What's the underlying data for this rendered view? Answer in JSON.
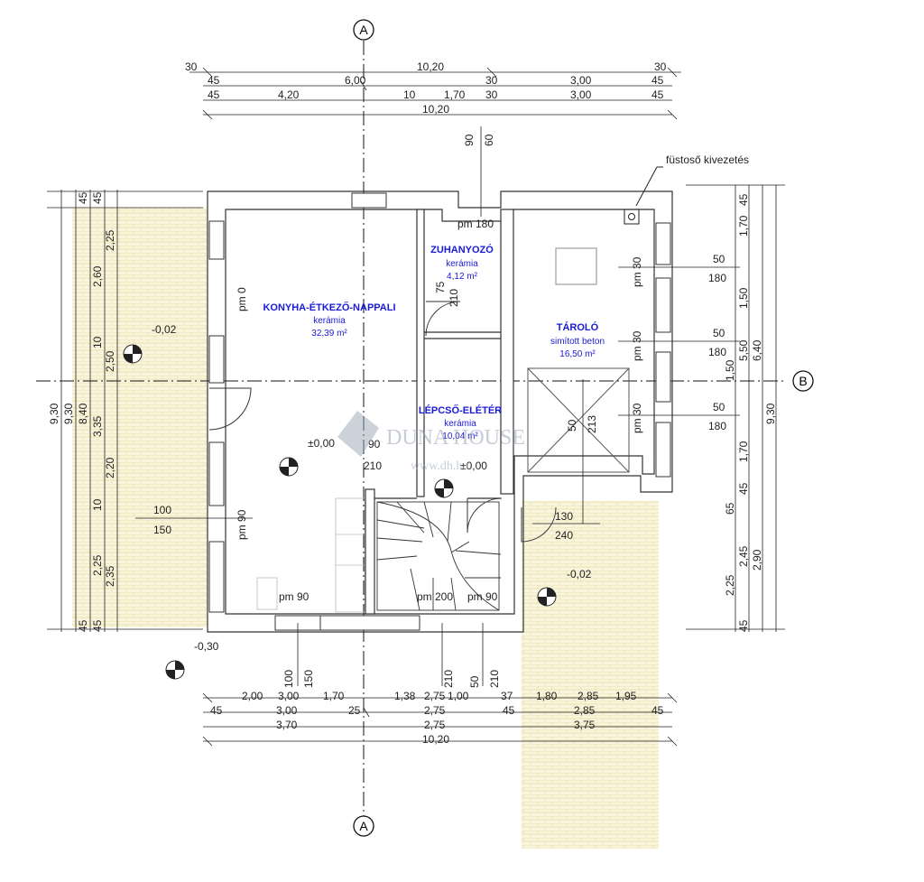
{
  "axes": {
    "a_top": "A",
    "a_bottom": "A",
    "b_right": "B"
  },
  "top_dims": {
    "row1": [
      "30",
      "10,20",
      "30"
    ],
    "row2": [
      "45",
      "6,00",
      "30",
      "3,00",
      "45"
    ],
    "row3": [
      "45",
      "4,20",
      "10",
      "1,70",
      "30",
      "3,00",
      "45"
    ],
    "row4": [
      "10,20"
    ],
    "vertical": [
      "90",
      "60"
    ]
  },
  "bottom_dims": {
    "row1": [
      "2,00",
      "3,00",
      "1,70",
      "1,38",
      "2,75",
      "1,00",
      "37",
      "1,80",
      "2,85",
      "1,95"
    ],
    "row2": [
      "45",
      "3,00",
      "25",
      "2,75",
      "45",
      "2,85",
      "45"
    ],
    "row3": [
      "3,70",
      "2,75",
      "3,75"
    ],
    "row4": [
      "10,20"
    ],
    "vertical": [
      "100",
      "150",
      "210",
      "50",
      "210"
    ]
  },
  "left_dims": {
    "col_a": [
      "45",
      "2,25",
      "10",
      "2,20",
      "10",
      "2,25",
      "45"
    ],
    "col_b": [
      "45",
      "2,60",
      "2,50",
      "3,35",
      "2,35",
      "45"
    ],
    "col_c": [
      "8,40"
    ],
    "col_d": [
      "9,30"
    ],
    "col_e": [
      "9,30"
    ]
  },
  "right_dims": {
    "col_a": [
      "45",
      "1,70",
      "1,50",
      "1,50",
      "1,70",
      "45",
      "65",
      "2,25",
      "45"
    ],
    "col_b": [
      "5,50",
      "2,45"
    ],
    "col_c": [
      "6,40",
      "2,90"
    ],
    "col_d": [
      "9,30"
    ]
  },
  "rooms": {
    "kitchen": {
      "name": "KONYHA-ÉTKEZŐ-NAPPALI",
      "floor": "kerámia",
      "area": "32,39 m²"
    },
    "shower": {
      "name": "ZUHANYOZÓ",
      "floor": "kerámia",
      "area": "4,12 m²"
    },
    "storage": {
      "name": "TÁROLÓ",
      "floor": "simított beton",
      "area": "16,50 m²"
    },
    "hall": {
      "name": "LÉPCSŐ-ELÉTÉR",
      "floor": "kerámia",
      "area": "10,04 m²"
    }
  },
  "annotations": {
    "chimney": "füstoső kivezetés",
    "pm180": "pm 180",
    "pm0": "pm 0",
    "pm90a": "pm 90",
    "pm90b": "pm 90",
    "pm200": "pm 200",
    "pm90c": "pm 90",
    "pm30a": "pm 30",
    "pm30b": "pm 30",
    "pm30c": "pm 30",
    "w1_top": "50",
    "w1_bot": "180",
    "w2_top": "50",
    "w2_bot": "180",
    "w3_top": "50",
    "w3_bot": "180",
    "door_left_top": "100",
    "door_left_bot": "150",
    "door_storage_top": "130",
    "door_storage_bot": "240",
    "shower_door_a": "75",
    "shower_door_b": "210",
    "stair_door": "210",
    "hall_door_a": "90",
    "skylight_a": "50",
    "skylight_b": "213"
  },
  "levels": {
    "terrace_left": "-0,02",
    "terrace_right": "-0,02",
    "kitchen_floor": "±0,00",
    "hall_floor": "±0,00",
    "outside": "-0,30"
  },
  "watermark": {
    "name": "DUNA HOUSE",
    "url": "www.dh.hu"
  }
}
